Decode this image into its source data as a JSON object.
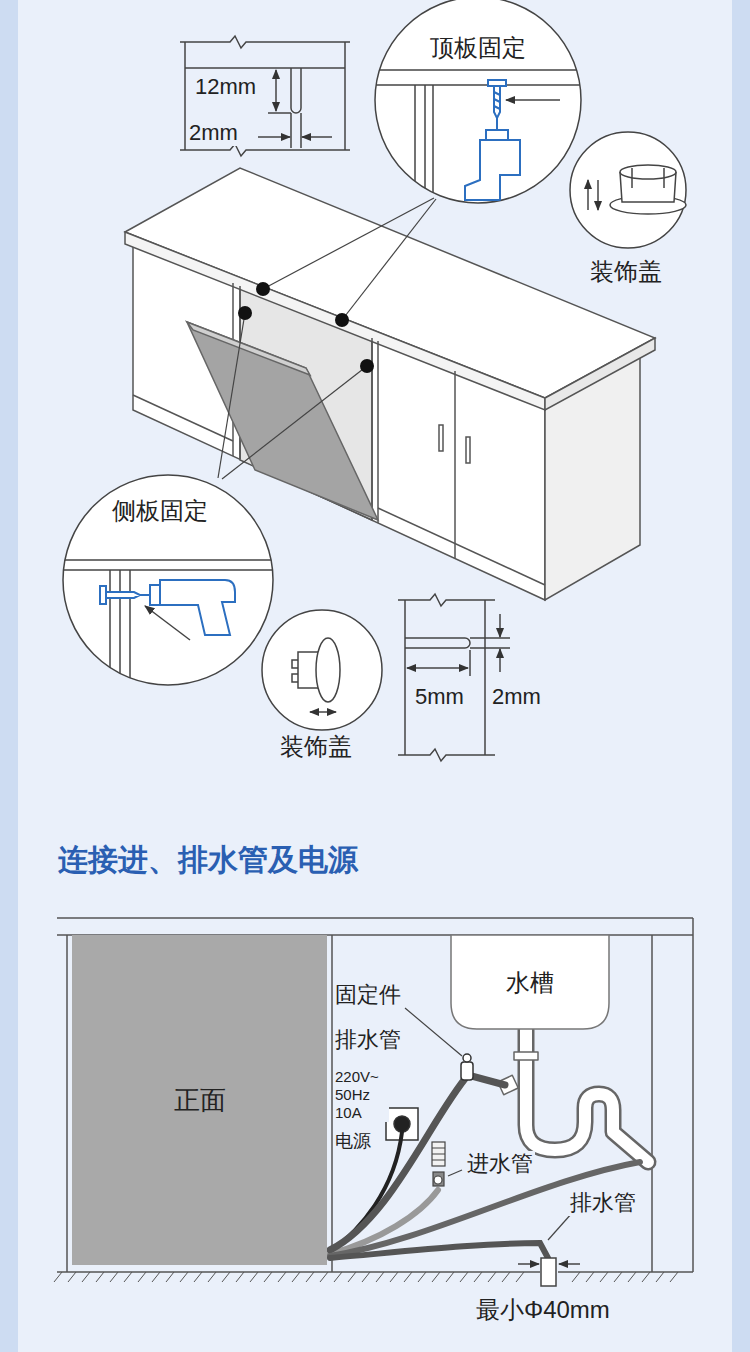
{
  "diagram": {
    "title": "连接进、排水管及电源",
    "nodes": [
      {
        "text": [
          "正面"
        ]
      },
      {
        "text": [
          "水槽"
        ]
      }
    ],
    "labels": [
      "12mm",
      "2mm",
      "顶板固定",
      "装饰盖",
      "侧板固定",
      "装饰盖",
      "5mm",
      "2mm",
      "固定件",
      "排水管",
      "220V~ 50Hz 10A",
      "电源",
      "进水管",
      "排水管",
      "最小Φ40mm"
    ]
  }
}
